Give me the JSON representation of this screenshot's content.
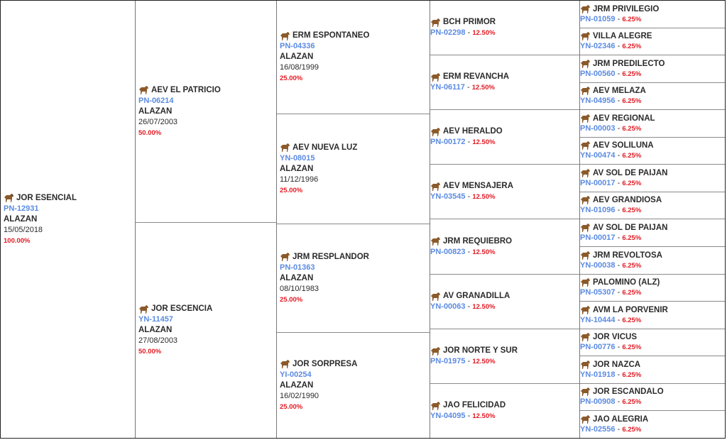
{
  "gen0": {
    "name": "JOR ESENCIAL",
    "reg": "PN-12931",
    "color": "ALAZAN",
    "date": "15/05/2018",
    "pct": "100.00%"
  },
  "gen1": [
    {
      "name": "AEV EL PATRICIO",
      "reg": "PN-06214",
      "color": "ALAZAN",
      "date": "26/07/2003",
      "pct": "50.00%"
    },
    {
      "name": "JOR ESCENCIA",
      "reg": "YN-11457",
      "color": "ALAZAN",
      "date": "27/08/2003",
      "pct": "50.00%"
    }
  ],
  "gen2": [
    {
      "name": "ERM ESPONTANEO",
      "reg": "PN-04336",
      "color": "ALAZAN",
      "date": "16/08/1999",
      "pct": "25.00%"
    },
    {
      "name": "AEV NUEVA LUZ",
      "reg": "YN-08015",
      "color": "ALAZAN",
      "date": "11/12/1996",
      "pct": "25.00%"
    },
    {
      "name": "JRM RESPLANDOR",
      "reg": "PN-01363",
      "color": "ALAZAN",
      "date": "08/10/1983",
      "pct": "25.00%"
    },
    {
      "name": "JOR SORPRESA",
      "reg": "YI-00254",
      "color": "ALAZAN",
      "date": "16/02/1990",
      "pct": "25.00%"
    }
  ],
  "gen3": [
    {
      "name": "BCH PRIMOR",
      "reg": "PN-02298",
      "sep": " - ",
      "pct": "12.50%"
    },
    {
      "name": "ERM REVANCHA",
      "reg": "YN-06117",
      "sep": " - ",
      "pct": "12.50%"
    },
    {
      "name": "AEV HERALDO",
      "reg": "PN-00172",
      "sep": " - ",
      "pct": "12.50%"
    },
    {
      "name": "AEV MENSAJERA",
      "reg": "YN-03545",
      "sep": " - ",
      "pct": "12.50%"
    },
    {
      "name": "JRM REQUIEBRO",
      "reg": "PN-00823",
      "sep": " - ",
      "pct": "12.50%"
    },
    {
      "name": "AV GRANADILLA",
      "reg": "YN-00063",
      "sep": " - ",
      "pct": "12.50%"
    },
    {
      "name": "JOR NORTE Y SUR",
      "reg": "PN-01975",
      "sep": " - ",
      "pct": "12.50%"
    },
    {
      "name": "JAO FELICIDAD",
      "reg": "YN-04095",
      "sep": " - ",
      "pct": "12.50%"
    }
  ],
  "gen4": [
    {
      "name": "JRM PRIVILEGIO",
      "reg": "PN-01059",
      "sep": " - ",
      "pct": "6.25%"
    },
    {
      "name": "VILLA ALEGRE",
      "reg": "YN-02346",
      "sep": " - ",
      "pct": "6.25%"
    },
    {
      "name": "JRM PREDILECTO",
      "reg": "PN-00560",
      "sep": " - ",
      "pct": "6.25%"
    },
    {
      "name": "AEV MELAZA",
      "reg": "YN-04956",
      "sep": " - ",
      "pct": "6.25%"
    },
    {
      "name": "AEV REGIONAL",
      "reg": "PN-00003",
      "sep": " - ",
      "pct": "6.25%"
    },
    {
      "name": "AEV SOLILUNA",
      "reg": "YN-00474",
      "sep": " - ",
      "pct": "6.25%"
    },
    {
      "name": "AV SOL DE PAIJAN",
      "reg": "PN-00017",
      "sep": " - ",
      "pct": "6.25%"
    },
    {
      "name": "AEV GRANDIOSA",
      "reg": "YN-01096",
      "sep": " - ",
      "pct": "6.25%"
    },
    {
      "name": "AV SOL DE PAIJAN",
      "reg": "PN-00017",
      "sep": " - ",
      "pct": "6.25%"
    },
    {
      "name": "JRM REVOLTOSA",
      "reg": "YN-00038",
      "sep": " - ",
      "pct": "6.25%"
    },
    {
      "name": "PALOMINO (ALZ)",
      "reg": "PN-05307",
      "sep": " - ",
      "pct": "6.25%"
    },
    {
      "name": "AVM LA PORVENIR",
      "reg": "YN-10444",
      "sep": " - ",
      "pct": "6.25%"
    },
    {
      "name": "JOR VICUS",
      "reg": "PN-00776",
      "sep": " - ",
      "pct": "6.25%"
    },
    {
      "name": "JOR NAZCA",
      "reg": "YN-01918",
      "sep": " - ",
      "pct": "6.25%"
    },
    {
      "name": "JOR ESCANDALO",
      "reg": "PN-00908",
      "sep": " - ",
      "pct": "6.25%"
    },
    {
      "name": "JAO ALEGRIA",
      "reg": "YN-02556",
      "sep": " - ",
      "pct": "6.25%"
    }
  ],
  "colors": {
    "registration": "#5b8be2",
    "percent": "#e01b24",
    "text": "#2b2b2b",
    "horse": "#8b5a2b"
  }
}
